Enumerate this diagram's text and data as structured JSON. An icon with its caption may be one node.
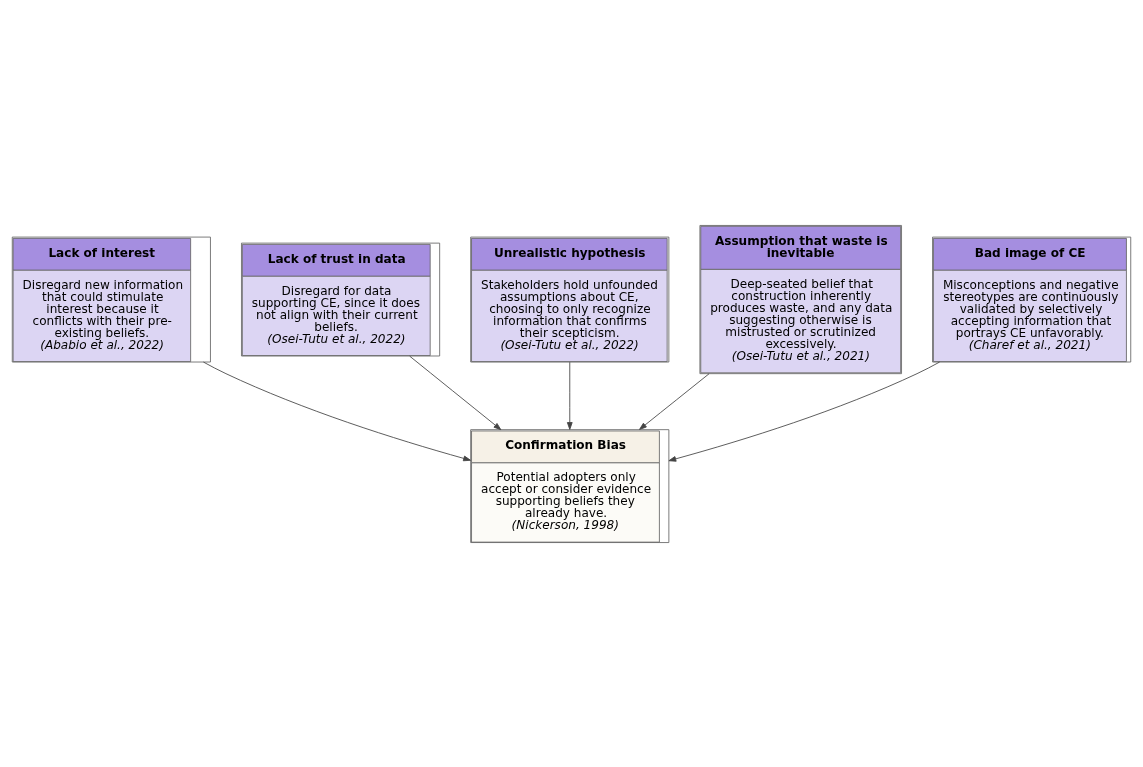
{
  "diagram": {
    "nodes": [
      {
        "text": [
          "Lack of interest",
          "Disregard new information that could stimulate interest because it conflicts with their pre-existing beliefs.",
          "(Ababio et al., 2022)"
        ]
      },
      {
        "text": [
          "Confirmation Bias",
          "Potential adopters only accept or consider evidence supporting beliefs they already have.",
          "(Nickerson, 1998)"
        ]
      },
      {
        "text": [
          "Lack of trust in data",
          "Disregard for data supporting CE, since it does not align with their current beliefs.",
          "(Osei-Tutu et al., 2022)"
        ]
      },
      {
        "text": [
          "Unrealistic hypothesis",
          "Stakeholders hold unfounded assumptions about CE, choosing to only recognize information that confirms their scepticism.",
          "(Osei-Tutu et al., 2022)"
        ]
      },
      {
        "text": [
          "Assumption that waste is inevitable",
          "Deep-seated belief that construction inherently produces waste, and any data suggesting otherwise is mistrusted or scrutinized excessively.",
          "(Osei-Tutu et al., 2021)"
        ]
      },
      {
        "text": [
          "Bad image of CE",
          "Misconceptions and negative stereotypes are continuously validated by selectively accepting information that portrays CE unfavorably.",
          "(Charef et al., 2021)"
        ]
      }
    ],
    "edges": [
      {
        "from": 0,
        "to": 1,
        "arrow": "to"
      },
      {
        "from": 2,
        "to": 1,
        "arrow": "to"
      },
      {
        "from": 3,
        "to": 1,
        "arrow": "to"
      },
      {
        "from": 4,
        "to": 1,
        "arrow": "to"
      },
      {
        "from": 5,
        "to": 1,
        "arrow": "to"
      }
    ]
  }
}
